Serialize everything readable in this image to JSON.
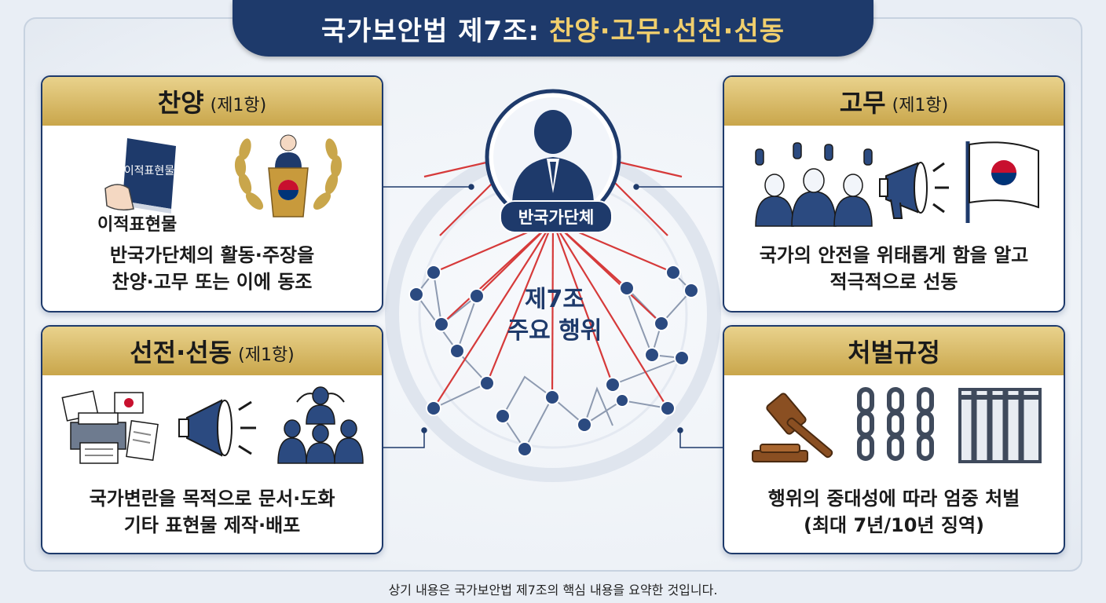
{
  "header": {
    "title_prefix": "국가보안법 제7조:",
    "title_highlight": "찬양·고무·선전·선동"
  },
  "center": {
    "label": "반국가단체",
    "title_line1": "제7조",
    "title_line2": "주요 행위"
  },
  "panels": {
    "praise": {
      "title": "찬양",
      "clause": "(제1항)",
      "icon_label": "이적표현물",
      "book_text": "이적표현물",
      "desc": [
        "반국가단체의 활동·주장을",
        "찬양·고무 또는 이에 동조"
      ]
    },
    "encourage": {
      "title": "고무",
      "clause": "(제1항)",
      "desc": [
        "국가의 안전을 위태롭게 함을 알고",
        "적극적으로 선동"
      ]
    },
    "propaganda": {
      "title": "선전·선동",
      "clause": "(제1항)",
      "desc": [
        "국가변란을 목적으로 문서·도화",
        "기타 표현물 제작·배포"
      ]
    },
    "penalty": {
      "title": "처벌규정",
      "desc": [
        "행위의 중대성에 따라 엄중 처벌",
        "(최대 7년/10년 징역)"
      ]
    }
  },
  "footer": {
    "note": "상기 내용은 국가보안법 제7조의 핵심 내용을 요약한 것입니다."
  },
  "colors": {
    "navy": "#1e3a6b",
    "gold": "#c9a64b",
    "red_line": "#d63a3a"
  }
}
